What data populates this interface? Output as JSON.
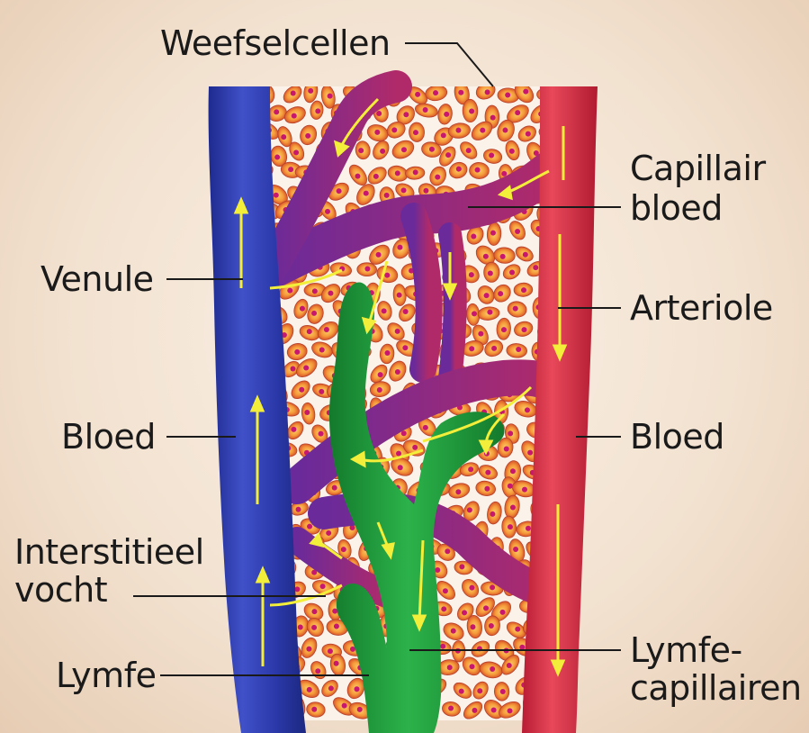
{
  "labels": {
    "weefselcellen": "Weefselcellen",
    "capillair_line1": "Capillair",
    "capillair_line2": "bloed",
    "venule": "Venule",
    "arteriole": "Arteriole",
    "bloed_left": "Bloed",
    "bloed_right": "Bloed",
    "interstitieel_line1": "Interstitieel",
    "interstitieel_line2": "vocht",
    "lymfe": "Lymfe",
    "lymfecap_line1": "Lymfe-",
    "lymfecap_line2": "capillairen"
  },
  "colors": {
    "background": "#f2e1cf",
    "venule": "#2b3aa8",
    "arteriole": "#d8283f",
    "capillary": "#8a2c8f",
    "lymph": "#1f9a3c",
    "cell_fill": "#f0843a",
    "cell_nucleus": "#c8186e",
    "tissue": "#fbf3ea",
    "flow_arrow": "#f3ee3a"
  }
}
